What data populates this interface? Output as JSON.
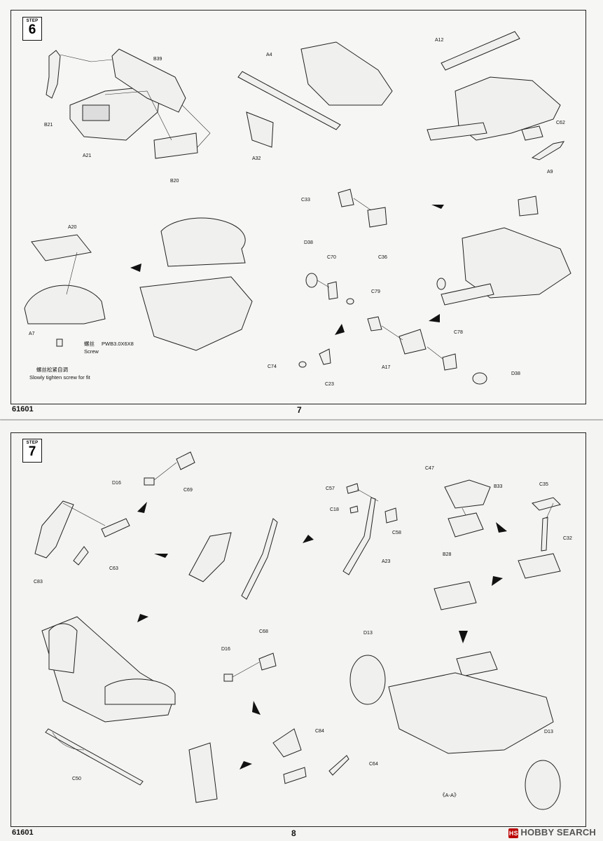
{
  "pages": [
    {
      "step_word": "STEP",
      "step_number": "6",
      "code": "61601",
      "page_number": "7",
      "parts": [
        "B21",
        "A21",
        "B39",
        "B20",
        "A4",
        "A32",
        "A12",
        "C62",
        "A9",
        "A20",
        "A7",
        "C33",
        "C36",
        "D38",
        "C70",
        "C79",
        "A17",
        "C78",
        "D38",
        "C74",
        "C23"
      ],
      "screw_cn": "螺丝",
      "screw_en": "Screw",
      "screw_code": "PWB3.0X6X8",
      "note_cn": "螺丝松紧自调",
      "note_en": "Slowly tighten screw for fit"
    },
    {
      "step_word": "STEP",
      "step_number": "7",
      "code": "61601",
      "page_number": "8",
      "parts": [
        "D16",
        "C69",
        "C83",
        "C63",
        "C57",
        "C18",
        "C58",
        "A23",
        "C47",
        "B33",
        "B28",
        "C35",
        "C32",
        "C68",
        "D16",
        "D13",
        "C84",
        "C64",
        "C50",
        "D13"
      ],
      "section_label": "《A-A》"
    }
  ],
  "watermark": {
    "icon": "HS",
    "text": "HOBBY SEARCH"
  }
}
